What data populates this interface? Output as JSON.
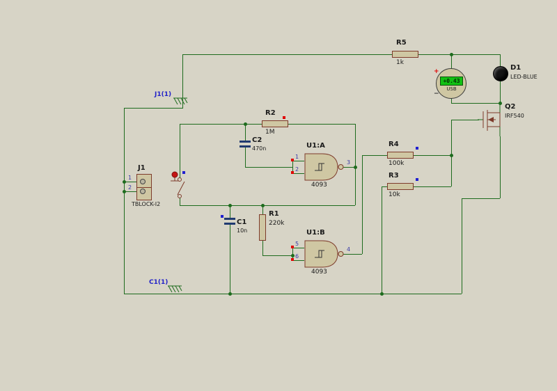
{
  "colors": {
    "background": "#d7d4c6",
    "wire": "#1d6b1d",
    "body-fill": "#cfc7a3",
    "body-stroke": "#7d3a2a",
    "plate": "#203a70",
    "display-bg": "#12c012",
    "display-text": "#052a05",
    "led": "#141414",
    "net-label": "#2222c8",
    "pin-number": "#3a3aa8",
    "marker-red": "#e00000",
    "marker-blue": "#2020d0",
    "button-cap": "#c41414",
    "text": "#1a1a1a"
  },
  "net_labels": {
    "top": "J1(1)",
    "bottom": "C1(1)"
  },
  "components": {
    "j1": {
      "ref": "J1",
      "value": "TBLOCK-I2",
      "pin1": "1",
      "pin2": "2"
    },
    "r1": {
      "ref": "R1",
      "value": "220k"
    },
    "r2": {
      "ref": "R2",
      "value": "1M"
    },
    "r3": {
      "ref": "R3",
      "value": "10k"
    },
    "r4": {
      "ref": "R4",
      "value": "100k"
    },
    "r5": {
      "ref": "R5",
      "value": "1k"
    },
    "c1": {
      "ref": "C1",
      "value": "10n"
    },
    "c2": {
      "ref": "C2",
      "value": "470n"
    },
    "u1a": {
      "ref": "U1:A",
      "value": "4093",
      "pin_in1": "1",
      "pin_in2": "2",
      "pin_out": "3"
    },
    "u1b": {
      "ref": "U1:B",
      "value": "4093",
      "pin_in1": "5",
      "pin_in2": "6",
      "pin_out": "4"
    },
    "q2": {
      "ref": "Q2",
      "value": "IRF540"
    },
    "d1": {
      "ref": "D1",
      "value": "LED-BLUE"
    },
    "meter": {
      "reading": "+0.43",
      "label": "USB",
      "plus": "+",
      "minus": "−"
    }
  }
}
